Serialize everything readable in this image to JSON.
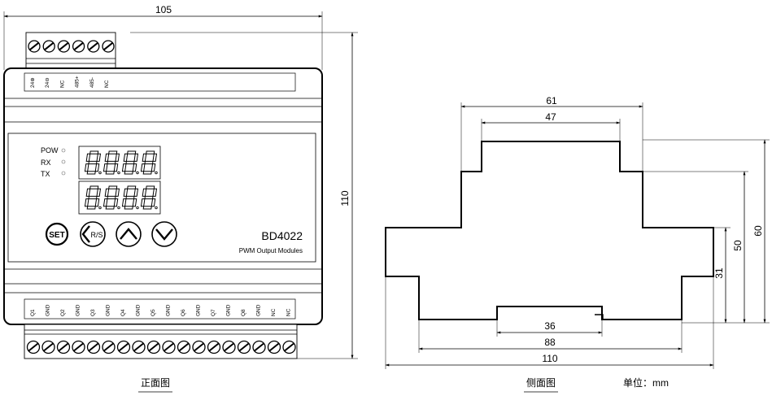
{
  "front_view": {
    "caption": "正面图",
    "dim_width": "105",
    "dim_height": "110",
    "top_terminal_labels": [
      "24⊕",
      "24⊖",
      "NC",
      "485+",
      "485-",
      "NC"
    ],
    "indicators": [
      "POW",
      "RX",
      "TX"
    ],
    "display_rows": [
      "8.8.8.8",
      "8.8.8.8"
    ],
    "buttons": [
      "SET",
      "R/S",
      "up",
      "down"
    ],
    "model": "BD4022",
    "subtitle": "PWM Output Modules",
    "bottom_terminal_labels": [
      "Q1",
      "GND",
      "Q2",
      "GND",
      "Q3",
      "GND",
      "Q4",
      "GND",
      "Q5",
      "GND",
      "Q6",
      "GND",
      "Q7",
      "GND",
      "Q8",
      "GND",
      "NC",
      "NC"
    ]
  },
  "side_view": {
    "caption": "侧面图",
    "dims": {
      "top_61": "61",
      "top_47": "47",
      "right_60": "60",
      "right_50": "50",
      "right_31": "31",
      "bottom_36": "36",
      "bottom_88": "88",
      "bottom_110": "110"
    }
  },
  "unit_note": "单位：mm"
}
